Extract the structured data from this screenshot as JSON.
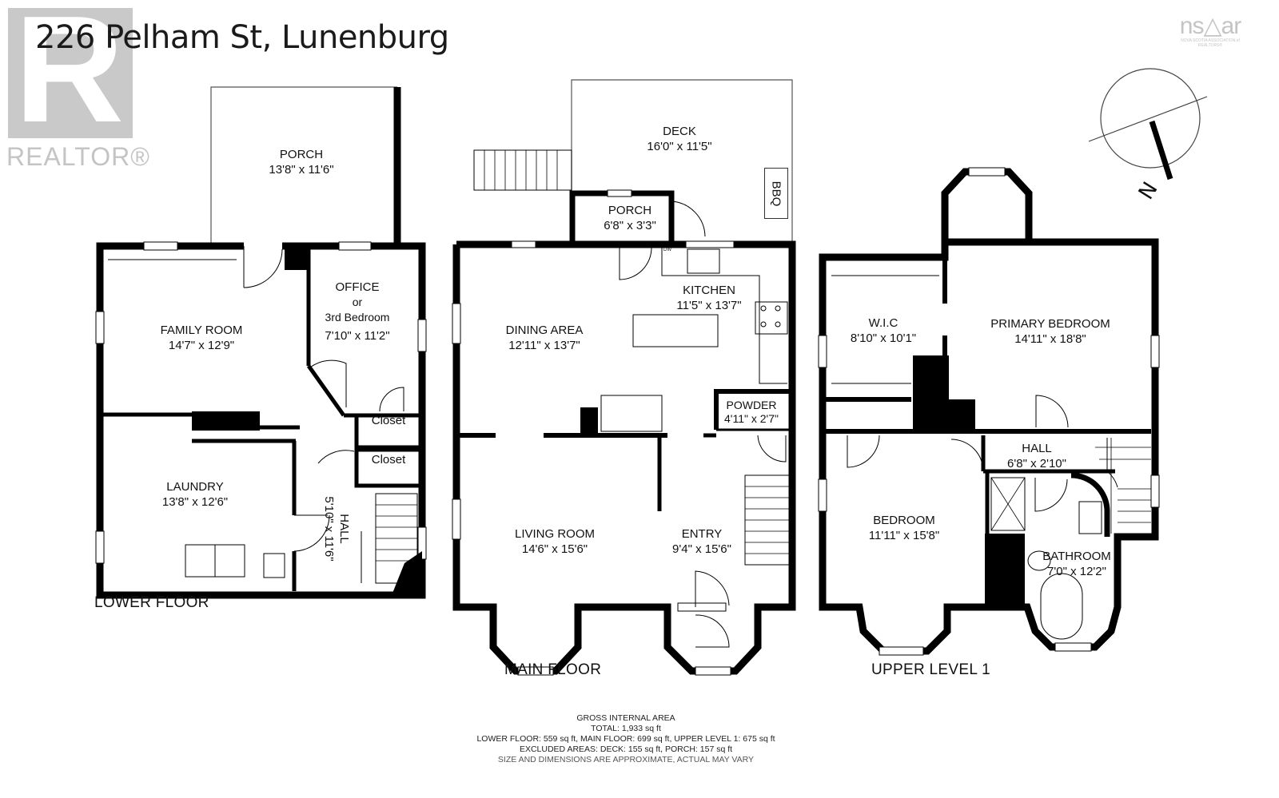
{
  "title": "226 Pelham St, Lunenburg",
  "logos": {
    "realtor_letter": "R",
    "realtor_word": "REALTOR®",
    "nsar_mark": "ns△ar",
    "nsar_subtext": "NOVA SCOTIA ASSOCIATION of REALTORS®"
  },
  "compass": {
    "north_label": "N",
    "icon": "compass-icon"
  },
  "floors": {
    "lower": {
      "label": "LOWER FLOOR",
      "rooms": {
        "porch": {
          "name": "PORCH",
          "dims": "13'8\" x 11'6\""
        },
        "family": {
          "name": "FAMILY ROOM",
          "dims": "14'7\" x 12'9\""
        },
        "office_line1": "OFFICE",
        "office_line2": "or",
        "office_line3": "3rd Bedroom",
        "office_dims": "7'10\" x 11'2\"",
        "closet1": "Closet",
        "closet2": "Closet",
        "laundry": {
          "name": "LAUNDRY",
          "dims": "13'8\" x 12'6\""
        },
        "hall": {
          "name": "HALL",
          "dims": "5'10\" x 11'6\""
        }
      }
    },
    "main": {
      "label": "MAIN FLOOR",
      "rooms": {
        "deck": {
          "name": "DECK",
          "dims": "16'0\" x 11'5\""
        },
        "bbq": "BBQ",
        "porch": {
          "name": "PORCH",
          "dims": "6'8\" x 3'3\""
        },
        "kitchen": {
          "name": "KITCHEN",
          "dims": "11'5\" x 13'7\""
        },
        "dining": {
          "name": "DINING AREA",
          "dims": "12'11\" x 13'7\""
        },
        "powder": {
          "name": "POWDER",
          "dims": "4'11\" x 2'7\""
        },
        "living": {
          "name": "LIVING ROOM",
          "dims": "14'6\" x 15'6\""
        },
        "entry": {
          "name": "ENTRY",
          "dims": "9'4\" x 15'6\""
        },
        "dw": "DW"
      }
    },
    "upper": {
      "label": "UPPER LEVEL 1",
      "rooms": {
        "wic": {
          "name": "W.I.C",
          "dims": "8'10\" x 10'1\""
        },
        "primary": {
          "name": "PRIMARY BEDROOM",
          "dims": "14'11\" x 18'8\""
        },
        "hall": {
          "name": "HALL",
          "dims": "6'8\" x 2'10\""
        },
        "bedroom": {
          "name": "BEDROOM",
          "dims": "11'11\" x 15'8\""
        },
        "bathroom": {
          "name": "BATHROOM",
          "dims": "7'0\" x 12'2\""
        }
      }
    }
  },
  "summary": {
    "line1": "GROSS INTERNAL AREA",
    "line2": "TOTAL: 1,933 sq ft",
    "line3": "LOWER FLOOR: 559 sq ft, MAIN FLOOR: 699 sq ft, UPPER LEVEL 1: 675 sq ft",
    "line4": "EXCLUDED AREAS: DECK: 155 sq ft, PORCH: 157 sq ft",
    "line5": "SIZE AND DIMENSIONS ARE APPROXIMATE, ACTUAL MAY VARY"
  }
}
